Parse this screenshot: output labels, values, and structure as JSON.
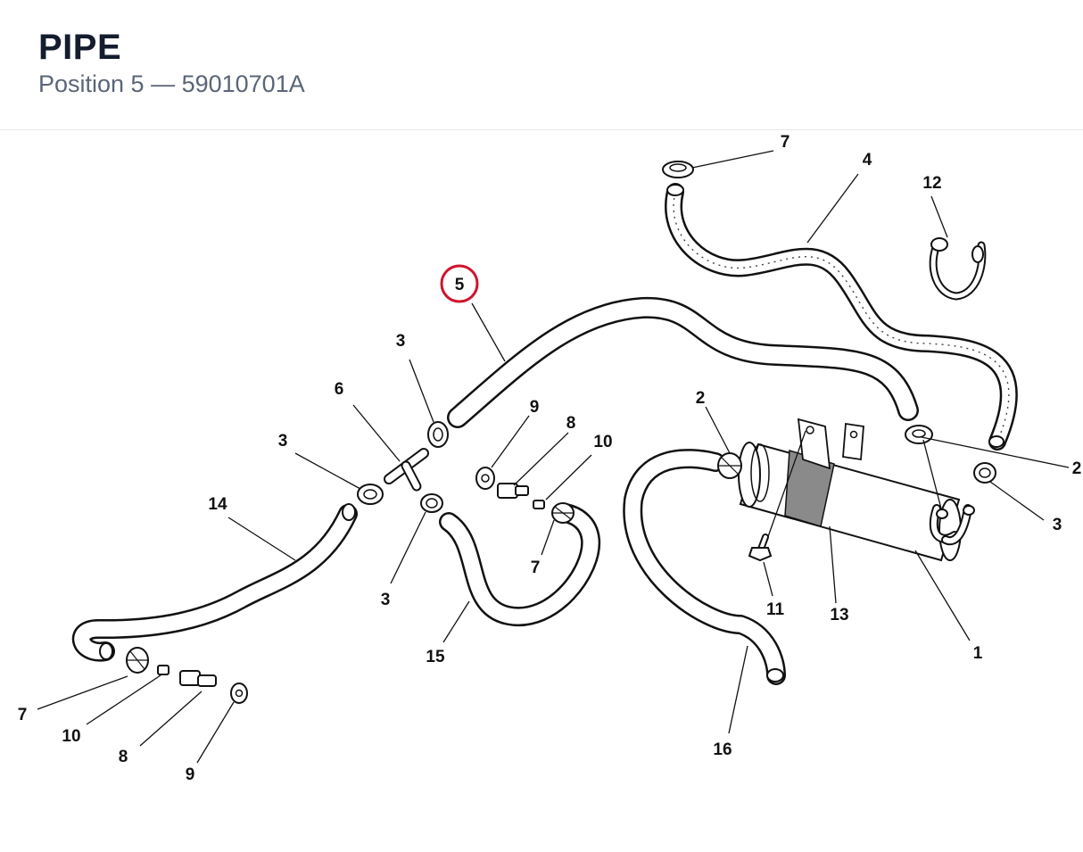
{
  "header": {
    "title": "PIPE",
    "subtitle": "Position 5 — 59010701A"
  },
  "highlight": {
    "position_label": "5",
    "color": "#d0142c"
  },
  "callouts": {
    "c1": "1",
    "c2a": "2",
    "c2b": "2",
    "c3a": "3",
    "c3b": "3",
    "c3c": "3",
    "c3d": "3",
    "c4": "4",
    "c6": "6",
    "c7a": "7",
    "c7b": "7",
    "c7c": "7",
    "c8a": "8",
    "c8b": "8",
    "c9a": "9",
    "c9b": "9",
    "c10a": "10",
    "c10b": "10",
    "c11": "11",
    "c12": "12",
    "c13": "13",
    "c14": "14",
    "c15": "15",
    "c16": "16"
  }
}
